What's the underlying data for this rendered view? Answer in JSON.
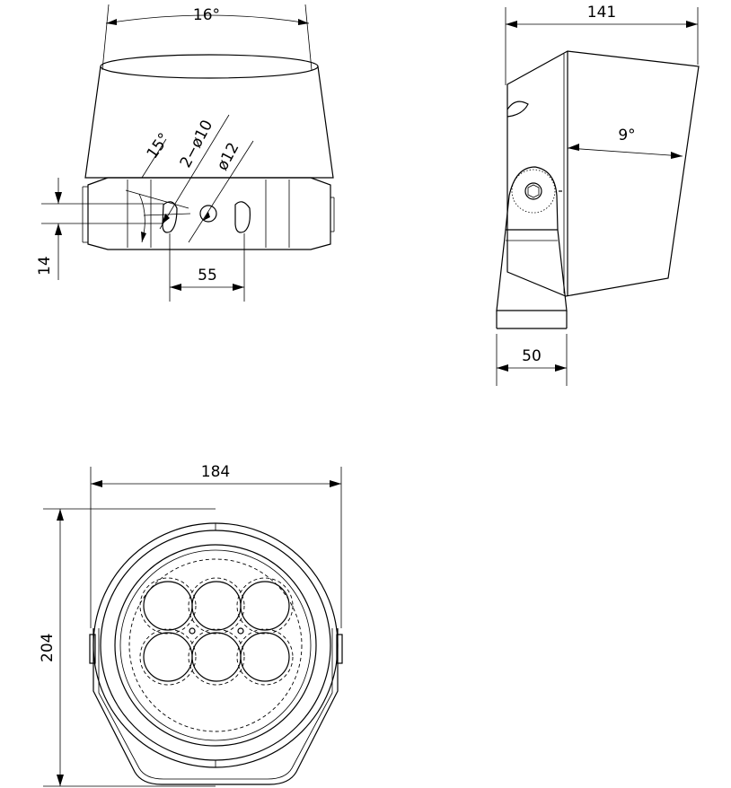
{
  "top_view": {
    "beam_angle": "16°",
    "tilt_angle": "15°",
    "hole_a": "2−ø10",
    "hole_b": "ø12",
    "dim_height": "14",
    "dim_spacing": "55"
  },
  "side_view": {
    "dim_length": "141",
    "dim_angle": "9°",
    "dim_base": "50"
  },
  "front_view": {
    "dim_width": "184",
    "dim_height": "204",
    "led_count": 6
  }
}
